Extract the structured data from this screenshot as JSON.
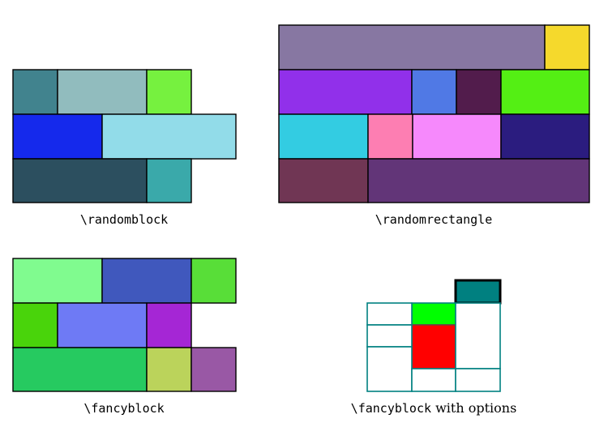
{
  "panels": [
    {
      "id": "randomblock",
      "caption_code": "\\randomblock",
      "caption_suffix": "",
      "blocks": [
        {
          "color": "#41838E"
        },
        {
          "color": "#91BCBE"
        },
        {
          "color": "#76F13F"
        },
        {
          "color": "#1529EC"
        },
        {
          "color": "#92DCE9"
        },
        {
          "color": "#2C4F5F"
        },
        {
          "color": "#3AA9AA"
        }
      ]
    },
    {
      "id": "randomrectangle",
      "caption_code": "\\randomrectangle",
      "caption_suffix": "",
      "blocks": [
        {
          "color": "#8777A2"
        },
        {
          "color": "#F5D92C"
        },
        {
          "color": "#9130EA"
        },
        {
          "color": "#5079E5"
        },
        {
          "color": "#521C4C"
        },
        {
          "color": "#54EF14"
        },
        {
          "color": "#33CCE2"
        },
        {
          "color": "#FD7EB2"
        },
        {
          "color": "#F689FC"
        },
        {
          "color": "#2B1C7F"
        },
        {
          "color": "#703654"
        },
        {
          "color": "#623578"
        }
      ]
    },
    {
      "id": "fancyblock",
      "caption_code": "\\fancyblock",
      "caption_suffix": "",
      "blocks": [
        {
          "color": "#80FB8F"
        },
        {
          "color": "#4058BD"
        },
        {
          "color": "#58DE38"
        },
        {
          "color": "#49D40B"
        },
        {
          "color": "#6E7AF5"
        },
        {
          "color": "#A526D5"
        },
        {
          "color": "#26CA60"
        },
        {
          "color": "#BBD35B"
        },
        {
          "color": "#9958A5"
        }
      ]
    },
    {
      "id": "fancyblock-options",
      "caption_code": "\\fancyblock",
      "caption_suffix": " with options",
      "grid_color": "#008080",
      "blocks": [
        {
          "color": "#008080"
        },
        {
          "color": "#00FF00"
        },
        {
          "color": "#FF0000"
        },
        {
          "color": "#FFFFFF"
        },
        {
          "color": "#FFFFFF"
        },
        {
          "color": "#FFFFFF"
        },
        {
          "color": "#FFFFFF"
        },
        {
          "color": "#FFFFFF"
        },
        {
          "color": "#FFFFFF"
        }
      ]
    }
  ]
}
